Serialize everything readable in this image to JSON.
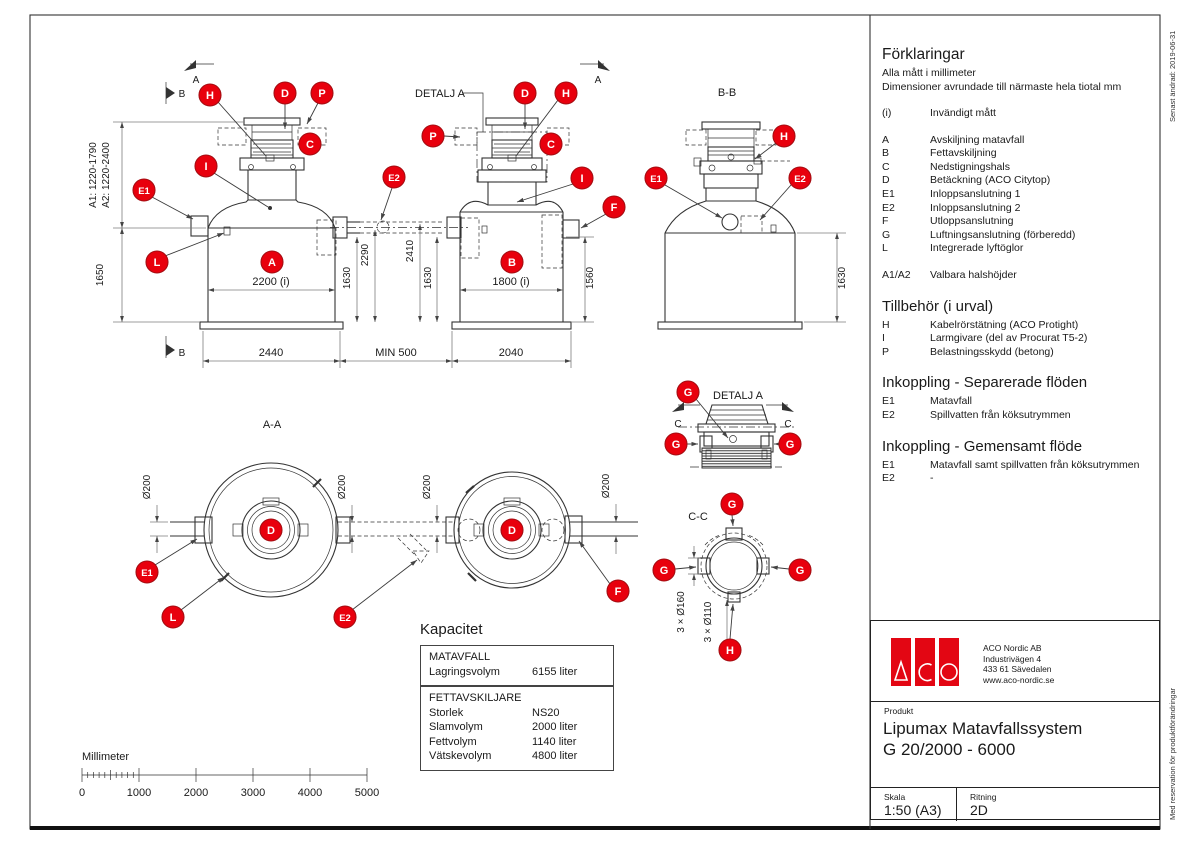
{
  "sheet": {
    "edge_note_top": "Senast ändrad: 2019-06-31",
    "edge_note_bottom": "Med reservation för produktförändringar"
  },
  "legend": {
    "title": "Förklaringar",
    "note1": "Alla mått i millimeter",
    "note2": "Dimensioner avrundade till närmaste hela tiotal mm",
    "items": [
      {
        "key": "(i)",
        "label": "Invändigt mått"
      },
      {
        "key": "A",
        "label": "Avskiljning matavfall"
      },
      {
        "key": "B",
        "label": "Fettavskiljning"
      },
      {
        "key": "C",
        "label": "Nedstigningshals"
      },
      {
        "key": "D",
        "label": "Betäckning (ACO Citytop)"
      },
      {
        "key": "E1",
        "label": "Inloppsanslutning 1"
      },
      {
        "key": "E2",
        "label": "Inloppsanslutning 2"
      },
      {
        "key": "F",
        "label": "Utloppsanslutning"
      },
      {
        "key": "G",
        "label": "Luftningsanslutning (förberedd)"
      },
      {
        "key": "L",
        "label": "Integrerade lyftöglor"
      },
      {
        "key": "A1/A2",
        "label": "Valbara halshöjder"
      }
    ]
  },
  "accessories": {
    "title": "Tillbehör (i urval)",
    "items": [
      {
        "key": "H",
        "label": "Kabelrörstätning (ACO Protight)"
      },
      {
        "key": "I",
        "label": "Larmgivare (del av Procurat T5-2)"
      },
      {
        "key": "P",
        "label": "Belastningsskydd (betong)"
      }
    ]
  },
  "connection_separate": {
    "title": "Inkoppling - Separerade flöden",
    "items": [
      {
        "key": "E1",
        "label": "Matavfall"
      },
      {
        "key": "E2",
        "label": "Spillvatten från köksutrymmen"
      }
    ]
  },
  "connection_common": {
    "title": "Inkoppling - Gemensamt flöde",
    "items": [
      {
        "key": "E1",
        "label": "Matavfall samt spillvatten från köksutrymmen"
      },
      {
        "key": "E2",
        "label": "-"
      }
    ]
  },
  "capacity": {
    "title": "Kapacitet",
    "sections": [
      {
        "header": "MATAVFALL",
        "rows": [
          {
            "label": "Lagringsvolym",
            "value": "6155 liter"
          }
        ]
      },
      {
        "header": "FETTAVSKILJARE",
        "rows": [
          {
            "label": "Storlek",
            "value": "NS20"
          },
          {
            "label": "Slamvolym",
            "value": "2000 liter"
          },
          {
            "label": "Fettvolym",
            "value": "1140 liter"
          },
          {
            "label": "Vätskevolym",
            "value": "4800 liter"
          }
        ]
      }
    ]
  },
  "scalebar": {
    "title": "Millimeter",
    "ticks": [
      "0",
      "1000",
      "2000",
      "3000",
      "4000",
      "5000"
    ]
  },
  "titleblock": {
    "company": "ACO Nordic AB",
    "address1": "Industrivägen 4",
    "address2": "433 61  Sävedalen",
    "website": "www.aco-nordic.se",
    "product_label": "Produkt",
    "product_line1": "Lipumax Matavfallssystem",
    "product_line2": "G 20/2000 - 6000",
    "scale_label": "Skala",
    "scale_value": "1:50 (A3)",
    "drawing_label": "Ritning",
    "drawing_value": "2D"
  },
  "drawing": {
    "view_titles": {
      "aa": "A-A",
      "bb": "B-B",
      "cc": "C-C",
      "detail": "DETALJ A"
    },
    "sections": {
      "a": "A",
      "b": "B",
      "c": "C"
    },
    "keys": {
      "A": "A",
      "B": "B",
      "C": "C",
      "D": "D",
      "E1": "E1",
      "E2": "E2",
      "F": "F",
      "G": "G",
      "H": "H",
      "I": "I",
      "L": "L",
      "P": "P"
    },
    "dims": {
      "a1": "A1: 1220-1790",
      "a2": "A2: 1220-2400",
      "h1650": "1650",
      "w2200": "2200 (i)",
      "w1800": "1800 (i)",
      "h1630": "1630",
      "h2290": "2290",
      "h2410": "2410",
      "h1560": "1560",
      "w2440": "2440",
      "min500": "MIN 500",
      "w2040": "2040",
      "d200": "Ø200",
      "d160": "3 × Ø160",
      "d110": "3 × Ø110"
    }
  },
  "colors": {
    "marker_red": "#e8000d",
    "brand_red": "#e30613"
  }
}
